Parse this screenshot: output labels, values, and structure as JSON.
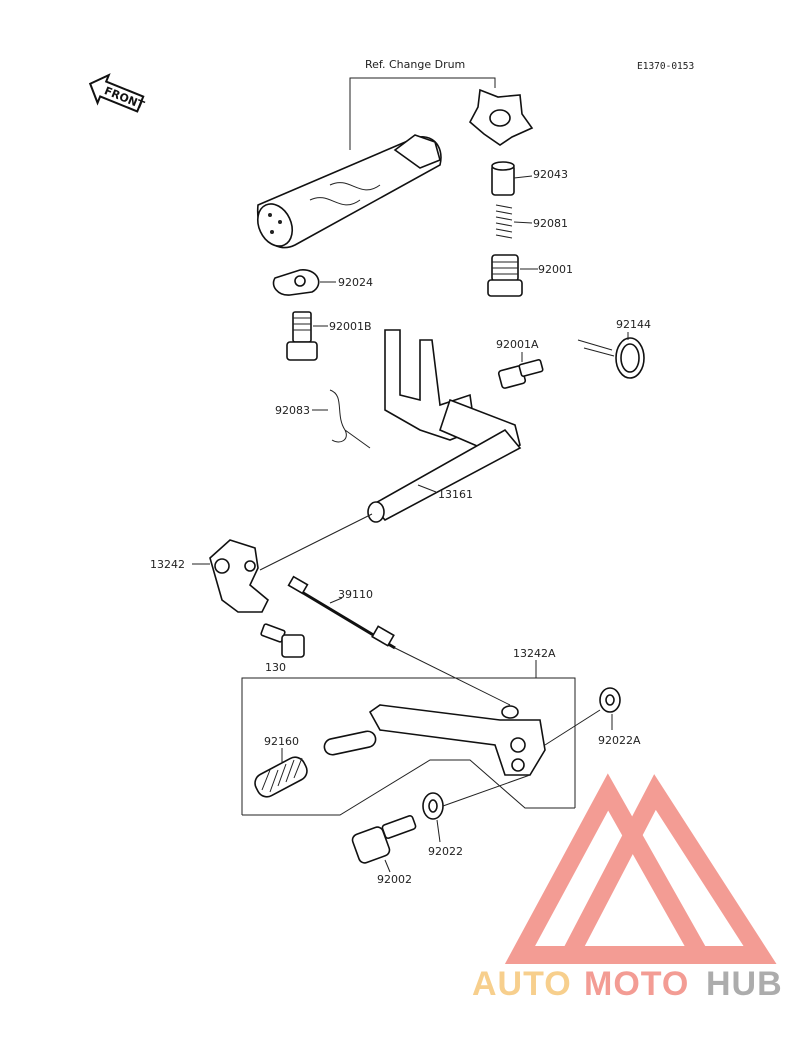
{
  "diagram": {
    "ref_text": "Ref. Change Drum",
    "catalog_code": "E1370-0153",
    "front_label": "FRONT",
    "callouts": {
      "p92043": "92043",
      "p92081": "92081",
      "p92001": "92001",
      "p92024": "92024",
      "p92001B": "92001B",
      "p92144": "92144",
      "p92001A": "92001A",
      "p92083": "92083",
      "p13161": "13161",
      "p13242": "13242",
      "p39110": "39110",
      "p130": "130",
      "p13242A": "13242A",
      "p92022A": "92022A",
      "p92160": "92160",
      "p92022": "92022",
      "p92002": "92002"
    }
  },
  "watermark": {
    "part1": "AUTO",
    "part2": "MOTO",
    "part3": "HUB",
    "colors": {
      "auto": "#f6c77a",
      "moto": "#f28b82",
      "hub": "#9e9e9e",
      "triangle": "#f28b82"
    }
  }
}
